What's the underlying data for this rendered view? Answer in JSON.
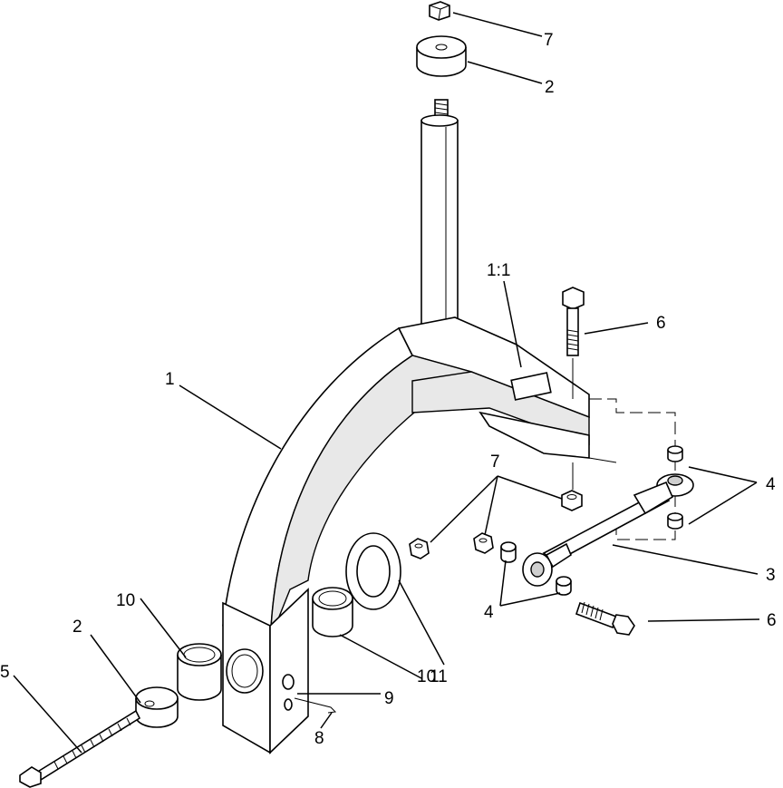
{
  "callouts": {
    "c7_top": "7",
    "c2_top": "2",
    "c1_1": "1:1",
    "c6_top": "6",
    "c1": "1",
    "c7_mid": "7",
    "c4_right": "4",
    "c3": "3",
    "c4_bottom": "4",
    "c6_bottom": "6",
    "c10_left": "10",
    "c2_left": "2",
    "c5": "5",
    "c11": "11",
    "c10_right": "10",
    "c9": "9",
    "c8": "8"
  }
}
